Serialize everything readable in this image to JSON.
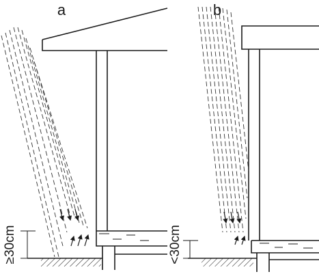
{
  "panels": [
    {
      "id": "a",
      "label": "a",
      "dimension_label": "≥30cm"
    },
    {
      "id": "b",
      "label": "b",
      "dimension_label": "<30cm"
    }
  ],
  "colors": {
    "ink": "#1a1a1a",
    "rain": "#333333",
    "paper": "#ffffff"
  }
}
